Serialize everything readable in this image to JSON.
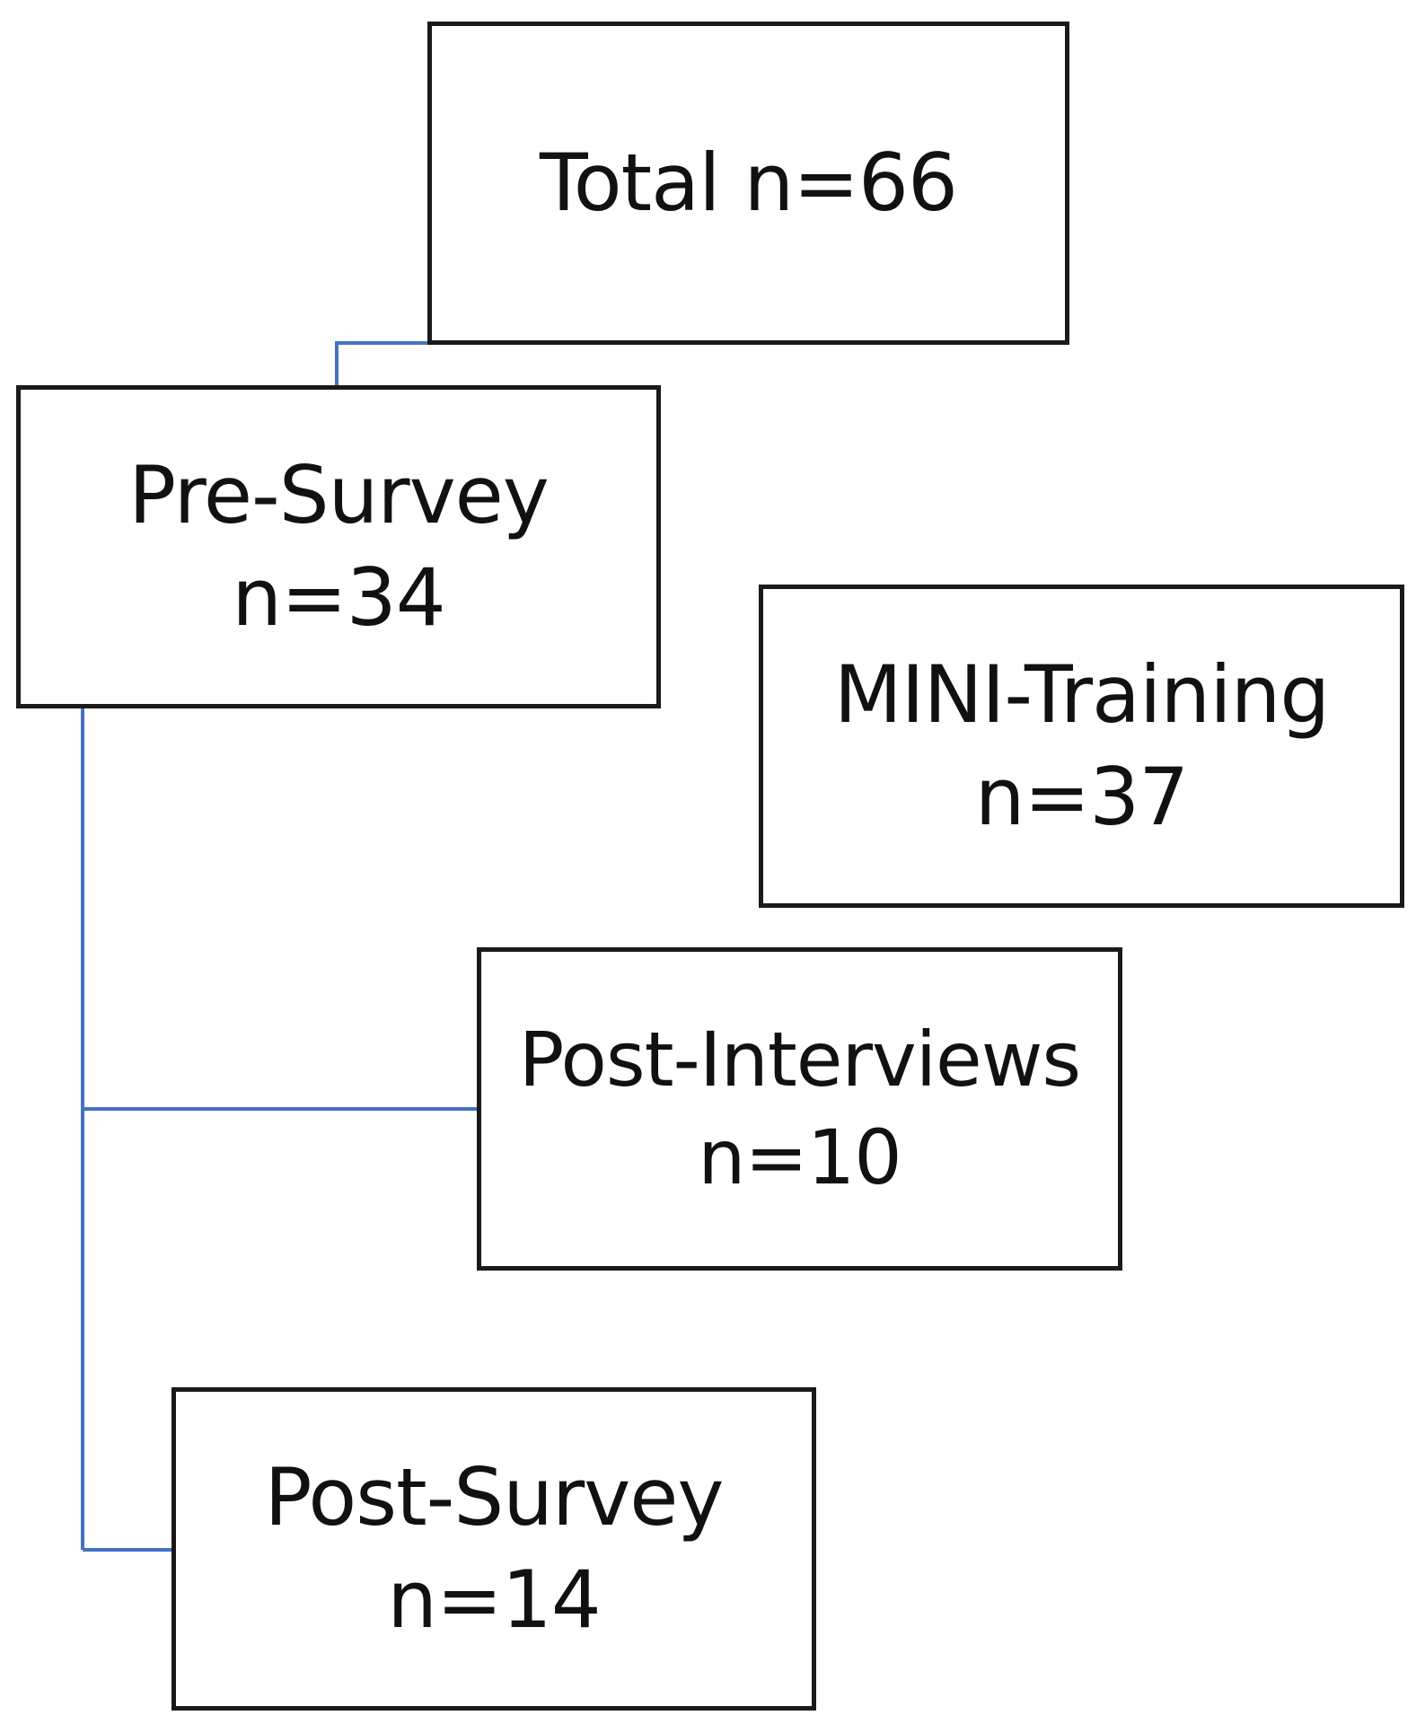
{
  "nodes": {
    "total": {
      "label": "Total n=66"
    },
    "pre_survey": {
      "line1": "Pre-Survey",
      "line2": "n=34"
    },
    "mini_training": {
      "line1": "MINI-Training",
      "line2": "n=37"
    },
    "post_interviews": {
      "line1": "Post-Interviews",
      "line2": "n=10"
    },
    "post_survey": {
      "line1": "Post-Survey",
      "line2": "n=14"
    }
  },
  "edges": [
    {
      "from": "total",
      "to": "pre_survey"
    },
    {
      "from": "pre_survey",
      "to": "post_interviews"
    },
    {
      "from": "pre_survey",
      "to": "post_survey"
    }
  ],
  "colors": {
    "connector": "#4472C4",
    "box_border": "#1a1a1a",
    "text": "#111111"
  }
}
